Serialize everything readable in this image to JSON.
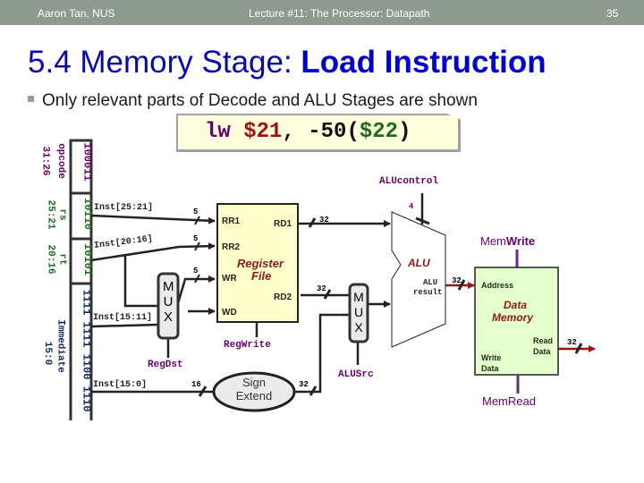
{
  "header": {
    "author": "Aaron Tan, NUS",
    "lecture": "Lecture #11: The Processor: Datapath",
    "page": "35"
  },
  "title": {
    "prefix": "5.4 Memory Stage: ",
    "bold": "Load Instruction"
  },
  "bullet": "Only relevant parts of Decode and ALU Stages are shown",
  "instruction": {
    "op": "lw",
    "rt": "$21",
    "comma": ",",
    "offset": " -50(",
    "rs": "$22",
    "close": ")"
  },
  "fields": [
    {
      "bits": "100011",
      "name": "opcode",
      "range": "31:26",
      "color": "#660066"
    },
    {
      "bits": "10110",
      "name": "rs",
      "range": "25:21",
      "color": "#1d6b1d"
    },
    {
      "bits": "10101",
      "name": "rt",
      "range": "20:16",
      "color": "#1d6b1d"
    },
    {
      "bits": "1111 1111 1100 1110",
      "name": "Immediate",
      "range": "15:0",
      "color": "#0b2a5a"
    }
  ],
  "wires": {
    "inst_25_21": "Inst[25:21]",
    "inst_20_16": "Inst[20:16]",
    "inst_15_11": "Inst[15:11]",
    "inst_15_0": "Inst[15:0]",
    "width5": "5",
    "width16": "16",
    "width32": "32",
    "width4": "4"
  },
  "register_file": {
    "title1": "Register",
    "title2": "File",
    "rr1": "RR1",
    "rr2": "RR2",
    "wr": "WR",
    "wd": "WD",
    "rd1": "RD1",
    "rd2": "RD2"
  },
  "mux_label": [
    "M",
    "U",
    "X"
  ],
  "sign_extend": {
    "line1": "Sign",
    "line2": "Extend"
  },
  "alu": {
    "title": "ALU",
    "result1": "ALU",
    "result2": "result"
  },
  "data_memory": {
    "title1": "Data",
    "title2": "Memory",
    "address": "Address",
    "read1": "Read",
    "read2": "Data",
    "write1": "Write",
    "write2": "Data"
  },
  "controls": {
    "alucontrol": "ALUcontrol",
    "regdst": "RegDst",
    "regwrite": "RegWrite",
    "alusrc": "ALUSrc",
    "memwrite_a": "Mem",
    "memwrite_b": "Write",
    "memread": "MemRead"
  },
  "colors": {
    "control": "#660066",
    "regfile_fill": "#ffffcc",
    "memory_fill": "#e5ffcc",
    "active_wire": "#a01010",
    "title_blue": "#0000cc",
    "header_bg": "#8e9a8f"
  }
}
